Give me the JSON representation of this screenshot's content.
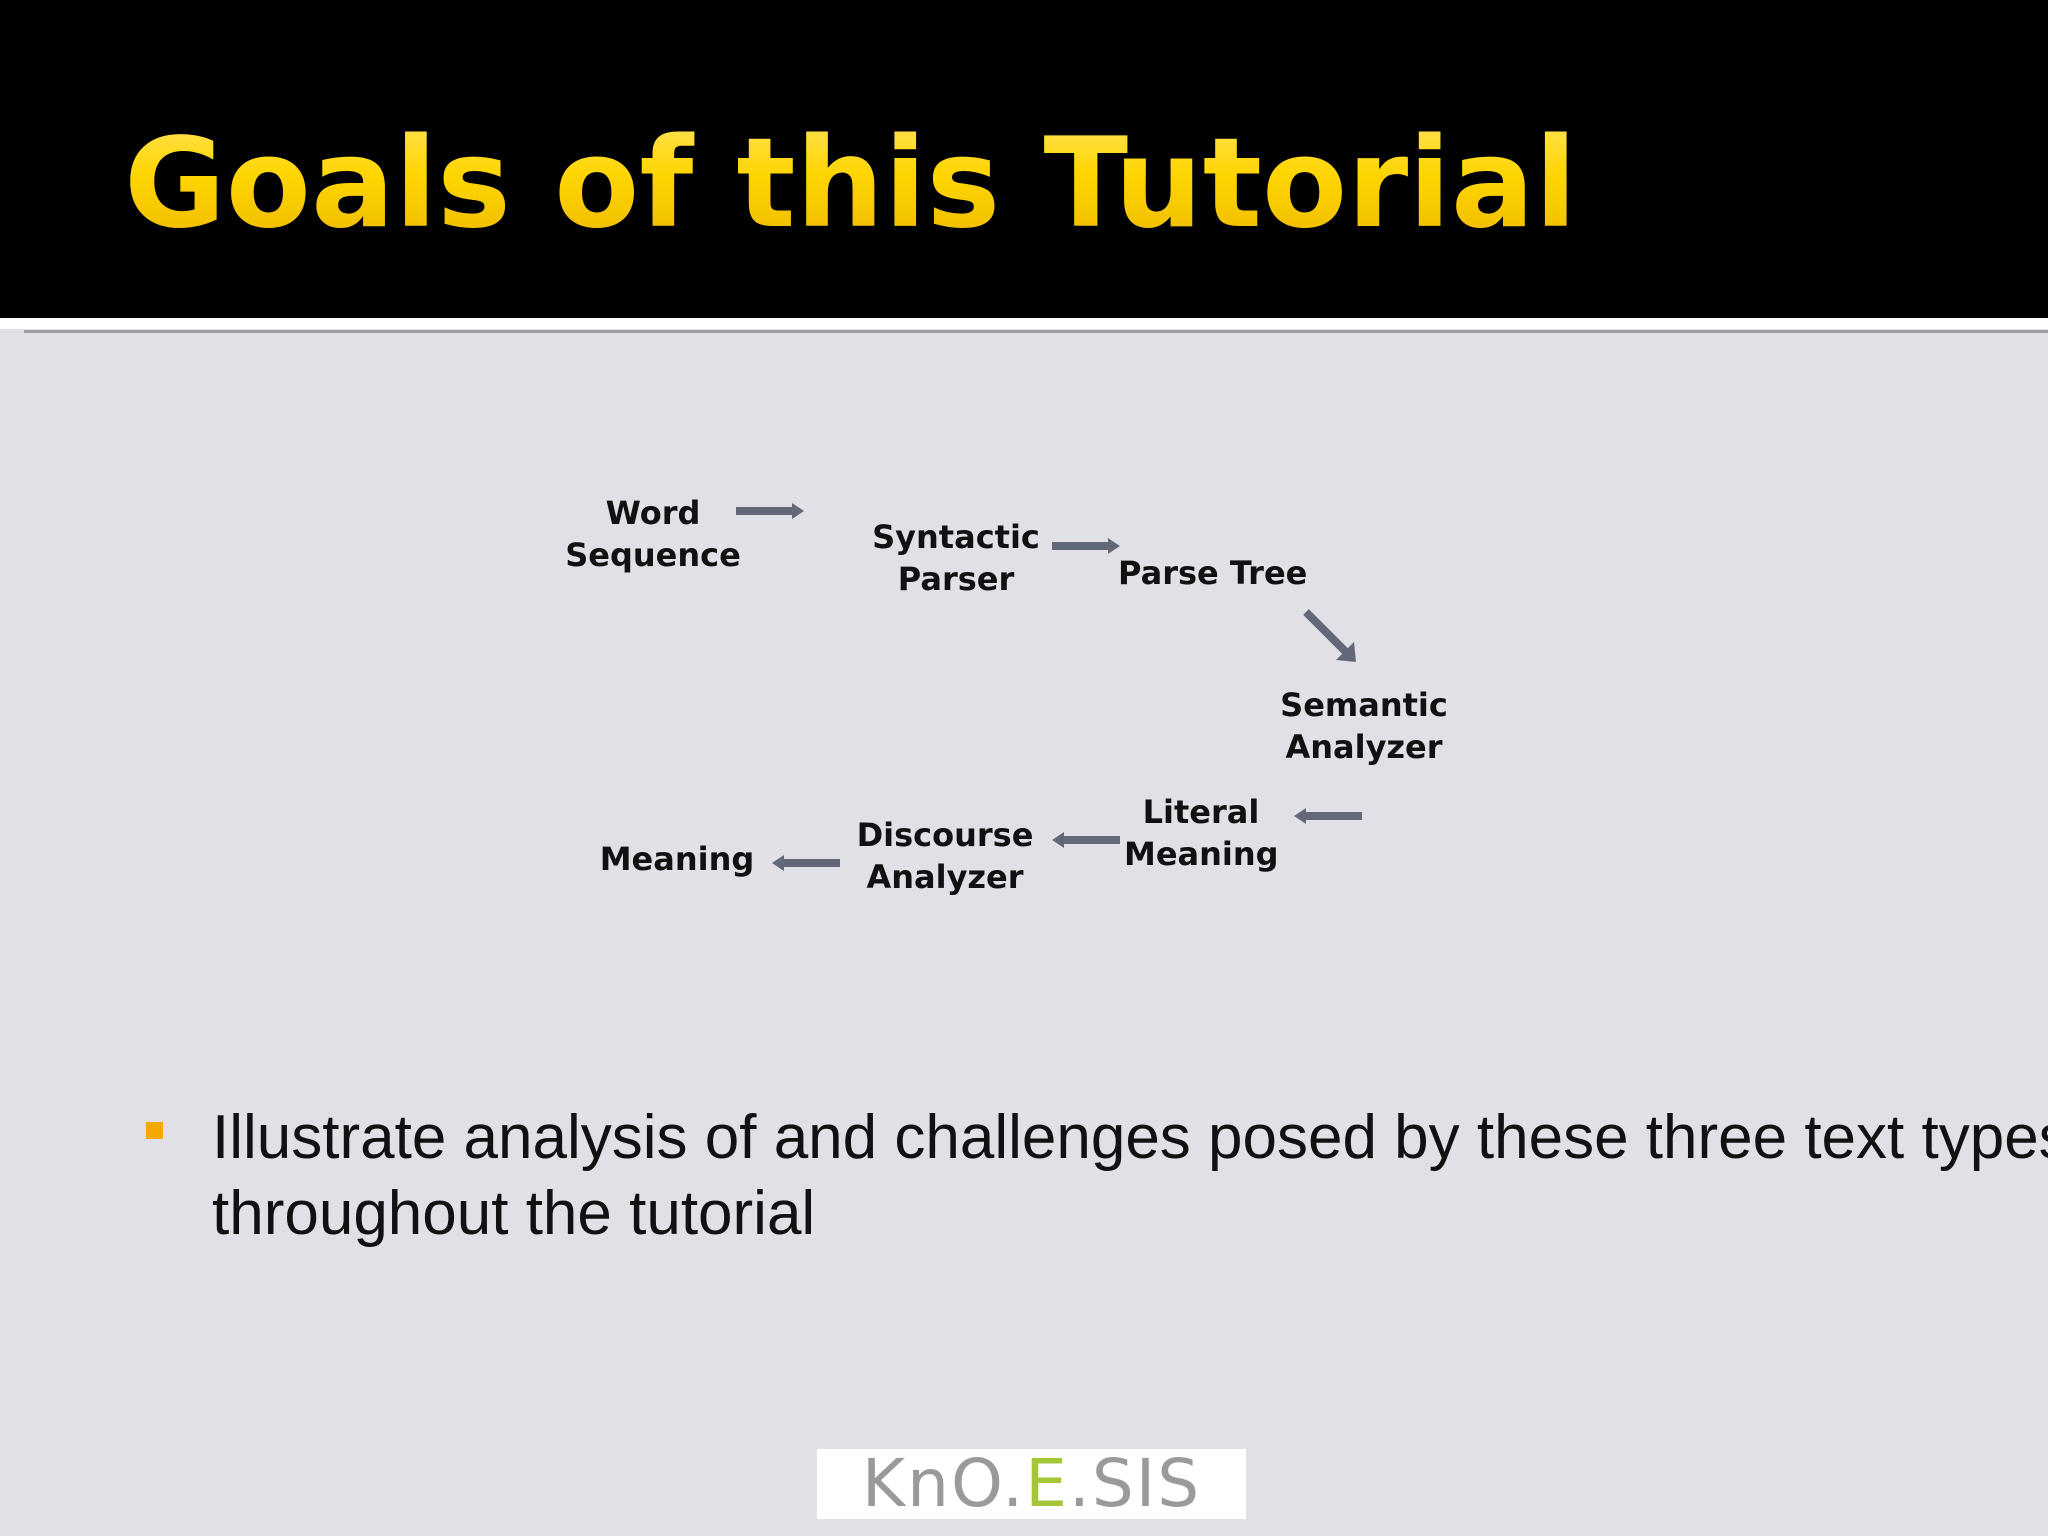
{
  "slide": {
    "title": "Goals of this Tutorial"
  },
  "diagram": {
    "nodes": {
      "word_sequence": [
        "Word",
        "Sequence"
      ],
      "syntactic_parser": [
        "Syntactic",
        "Parser"
      ],
      "parse_tree": [
        "Parse Tree"
      ],
      "semantic_analyzer": [
        "Semantic",
        "Analyzer"
      ],
      "literal_meaning": [
        "Literal",
        "Meaning"
      ],
      "discourse_analyzer": [
        "Discourse",
        "Analyzer"
      ],
      "meaning": [
        "Meaning"
      ]
    },
    "arrow_color": "#636879"
  },
  "bullets": [
    "Illustrate analysis of and challenges posed by these three text types throughout the tutorial"
  ],
  "logo": {
    "text_main": "KnO.",
    "text_accent": "E",
    "text_end": ".SIS"
  },
  "colors": {
    "title_yellow": "#ffd200",
    "bullet_marker": "#f5a800",
    "background": "#e1e0e6",
    "header": "#000000"
  }
}
